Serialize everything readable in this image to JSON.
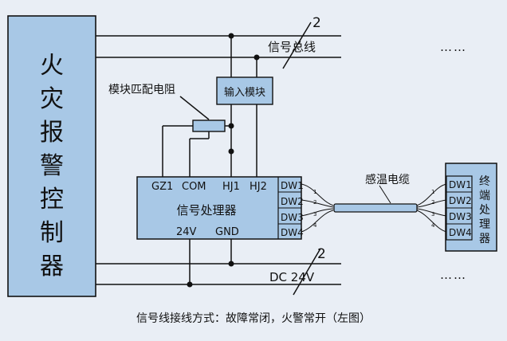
{
  "controller": {
    "chars": [
      "火",
      "灾",
      "报",
      "警",
      "控",
      "制",
      "器"
    ]
  },
  "bus_top": {
    "label": "信号总线",
    "count": "2",
    "ellipsis": "……"
  },
  "bus_bottom": {
    "label": "DC 24V",
    "count": "2",
    "ellipsis": "……"
  },
  "input_module": {
    "label": "输入模块"
  },
  "resistor": {
    "label": "模块匹配电阻"
  },
  "processor": {
    "name": "信号处理器",
    "terminals_top": [
      "GZ1",
      "COM",
      "HJ1",
      "HJ2"
    ],
    "terminals_bottom": [
      "24V",
      "GND"
    ],
    "dw": [
      "DW1",
      "DW2",
      "DW3",
      "DW4"
    ]
  },
  "cable": {
    "label": "感温电缆",
    "wire_numbers": [
      "1",
      "2",
      "3",
      "4"
    ]
  },
  "terminal_processor": {
    "chars": [
      "终",
      "端",
      "处",
      "理",
      "器"
    ],
    "dw": [
      "DW1",
      "DW2",
      "DW3",
      "DW4"
    ]
  },
  "caption": "信号线接线方式：故障常闭，火警常开（左图）",
  "colors": {
    "box_fill": "#a8c8e6",
    "line": "#111111",
    "background": "#e9eef5"
  }
}
